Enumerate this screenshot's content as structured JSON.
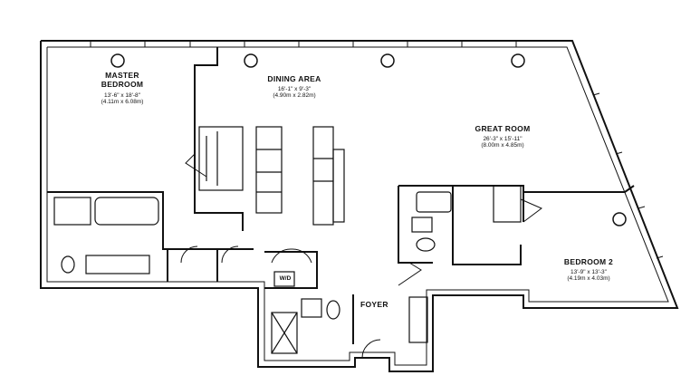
{
  "rooms": {
    "master_bedroom": {
      "name_line1": "MASTER",
      "name_line2": "BEDROOM",
      "imperial": "13'-6\" x 18'-8\"",
      "metric": "(4.11m x 6.08m)"
    },
    "dining_area": {
      "name": "DINING AREA",
      "imperial": "16'-1\" x 9'-3\"",
      "metric": "(4.90m x 2.82m)"
    },
    "great_room": {
      "name": "GREAT ROOM",
      "imperial": "26'-3\" x 15'-11\"",
      "metric": "(8.00m x 4.85m)"
    },
    "bedroom_2": {
      "name": "BEDROOM 2",
      "imperial": "13'-9\" x 13'-3\"",
      "metric": "(4.19m x 4.03m)"
    },
    "foyer": {
      "name": "FOYER"
    },
    "washer_dryer": {
      "name": "W/D"
    }
  },
  "colors": {
    "ink": "#111111",
    "paper": "#ffffff"
  }
}
